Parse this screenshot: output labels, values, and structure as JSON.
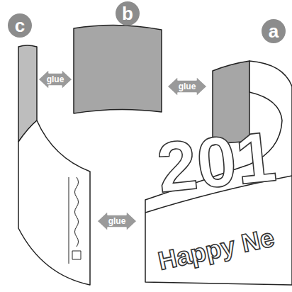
{
  "diagram": {
    "labels": [
      "c",
      "b",
      "a",
      "glue",
      "glue",
      "glue",
      "201",
      "Happy Ne"
    ]
  }
}
